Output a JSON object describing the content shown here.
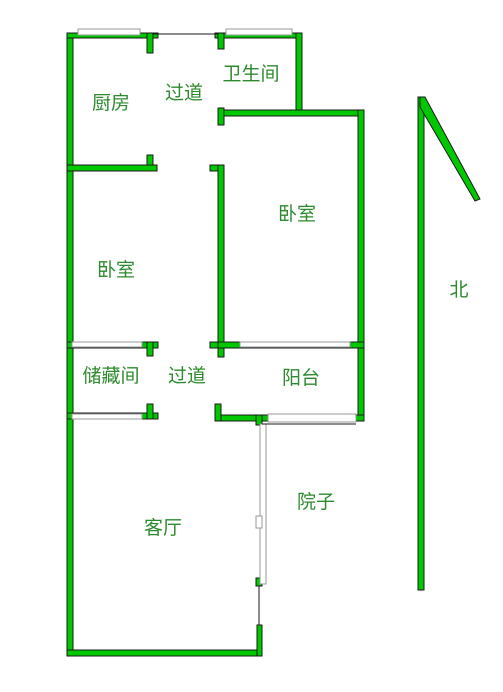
{
  "colors": {
    "wall": "#00c800",
    "wall_edge": "#1a1a1a",
    "window": "#999999",
    "label": "#2d8a2d",
    "background": "#ffffff"
  },
  "rooms": {
    "kitchen": "厨房",
    "corridor_top": "过道",
    "bathroom": "卫生间",
    "bedroom_left": "卧室",
    "bedroom_right": "卧室",
    "storage": "储藏间",
    "corridor_mid": "过道",
    "balcony": "阳台",
    "yard": "院子",
    "living_room": "客厅"
  },
  "compass": {
    "north_label": "北",
    "icon": "north-arrow-icon"
  }
}
